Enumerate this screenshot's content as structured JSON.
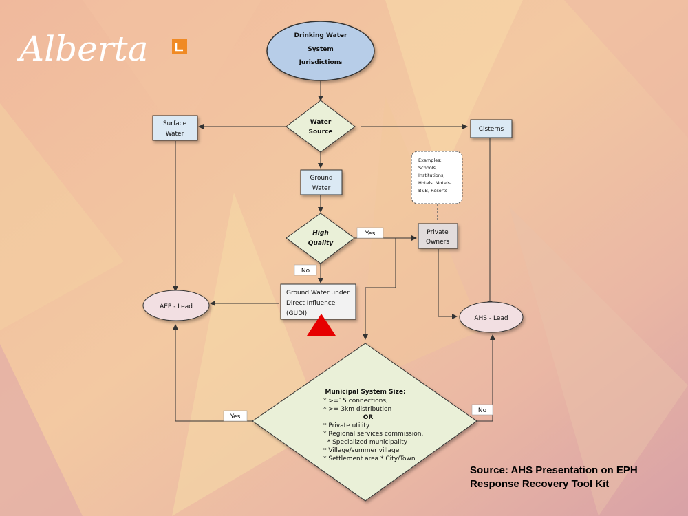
{
  "brand": {
    "logo_text": "Alberta"
  },
  "nodes": {
    "drinking_water": [
      "Drinking Water",
      "System",
      "Jurisdictions"
    ],
    "water_source": [
      "Water",
      "Source"
    ],
    "surface_water": [
      "Surface",
      "Water"
    ],
    "cisterns": "Cisterns",
    "ground_water": [
      "Ground",
      "Water"
    ],
    "examples": [
      "Examples:",
      "Schools,",
      "Institutions,",
      "Hotels, Motels-",
      "B&B, Resorts"
    ],
    "high_quality": [
      "High",
      "Quality"
    ],
    "private_owners": [
      "Private",
      "Owners"
    ],
    "gudi": [
      "Ground Water under",
      "Direct Influence",
      "(GUDI)"
    ],
    "aep_lead": "AEP - Lead",
    "ahs_lead": "AHS - Lead",
    "municipal": {
      "title": "Municipal System Size:",
      "items_a": [
        "* >=15 connections,",
        "* >= 3km distribution"
      ],
      "or": "OR",
      "items_b": [
        "* Private utility",
        "* Regional services commission,",
        "  * Specialized municipality",
        "* Village/summer village",
        "* Settlement area * City/Town"
      ]
    }
  },
  "labels": {
    "yes_top": "Yes",
    "no_mid": "No",
    "yes_bottom": "Yes",
    "no_bottom": "No"
  },
  "colors": {
    "ellipse_blue": "#b7cde8",
    "box_blue": "#dbe9f4",
    "diamond_green": "#eaf0d8",
    "ellipse_pink": "#f2dfe2",
    "warning_red": "#e60000"
  },
  "source": {
    "line1": "Source:  AHS Presentation on EPH",
    "line2": "Response Recovery Tool Kit"
  }
}
